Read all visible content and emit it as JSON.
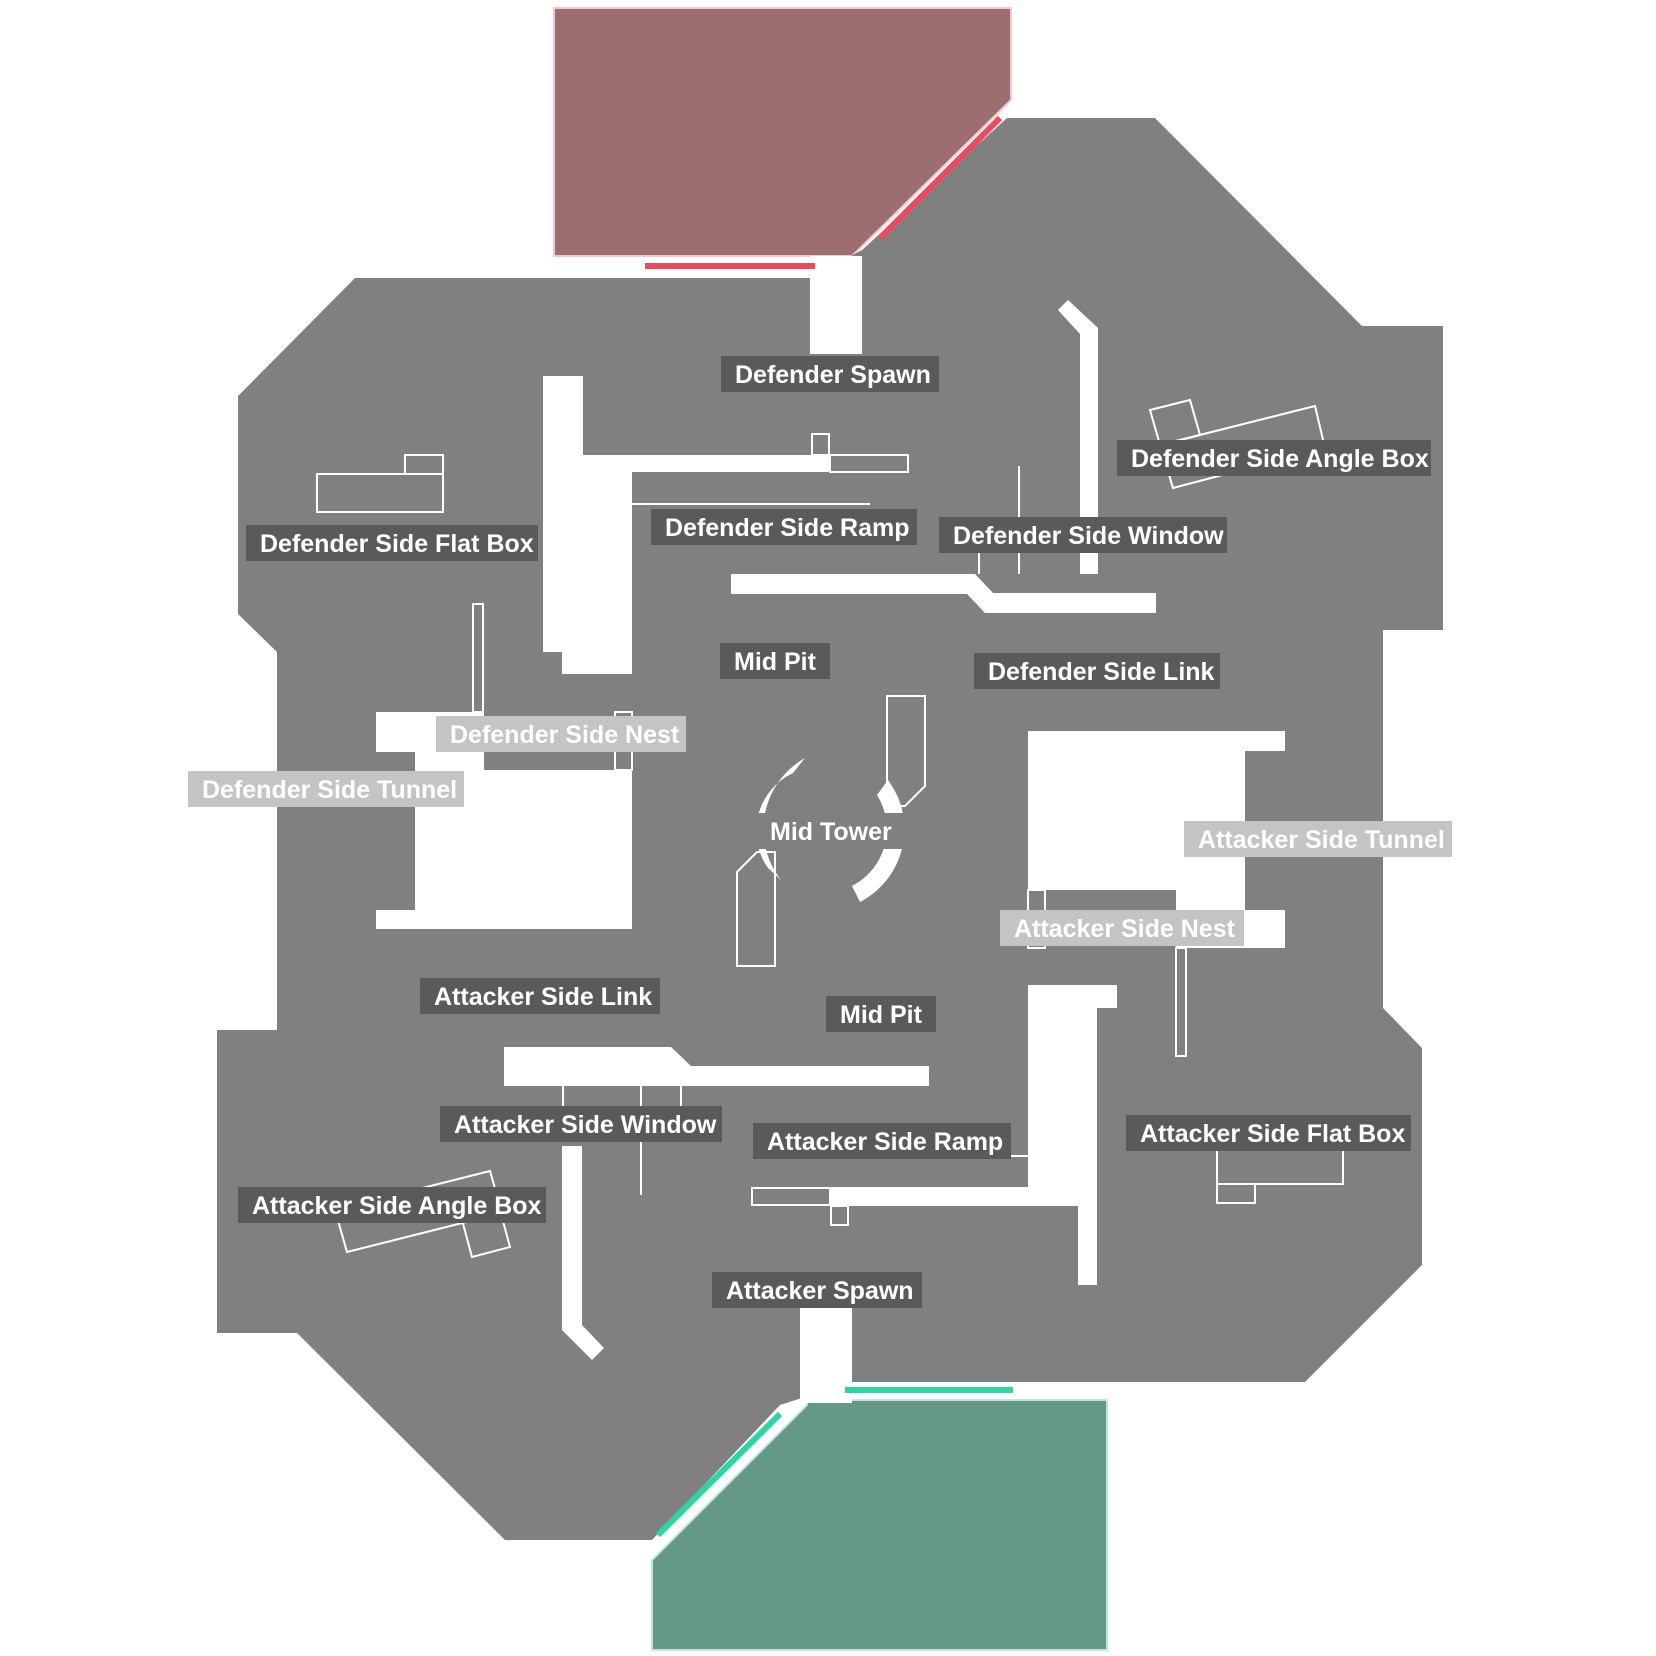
{
  "map": {
    "colors": {
      "background": "#ffffff",
      "floor": "#808080",
      "wall": "#ffffff",
      "label_box": "#5a5a5a",
      "label_box_faded": "#c4c4c4",
      "label_text": "#ffffff",
      "defender_spawn_fill": "#9c6e70",
      "defender_spawn_line": "#ee4a5a",
      "attacker_spawn_fill": "#659889",
      "attacker_spawn_line": "#2ad6a4"
    },
    "callouts": {
      "defender_spawn": "Defender Spawn",
      "defender_side_angle_box": "Defender Side Angle Box",
      "defender_side_flat_box": "Defender Side Flat Box",
      "defender_side_ramp": "Defender Side Ramp",
      "defender_side_window": "Defender Side Window",
      "mid_pit_top": "Mid Pit",
      "defender_side_link": "Defender Side Link",
      "defender_side_nest": "Defender Side Nest",
      "defender_side_tunnel": "Defender Side Tunnel",
      "mid_tower": "Mid Tower",
      "attacker_side_tunnel": "Attacker Side Tunnel",
      "attacker_side_nest": "Attacker Side Nest",
      "attacker_side_link": "Attacker Side Link",
      "mid_pit_bottom": "Mid Pit",
      "attacker_side_window": "Attacker Side Window",
      "attacker_side_ramp": "Attacker Side Ramp",
      "attacker_side_flat_box": "Attacker Side Flat Box",
      "attacker_side_angle_box": "Attacker Side Angle Box",
      "attacker_spawn": "Attacker Spawn"
    }
  }
}
